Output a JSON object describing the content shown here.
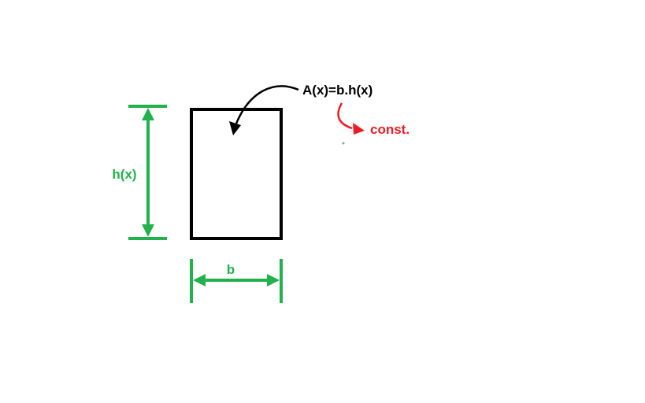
{
  "diagram": {
    "labels": {
      "height_dimension": "h(x)",
      "width_dimension": "b",
      "area_formula": "A(x)=b.h(x)",
      "constant_note": "const."
    }
  },
  "colors": {
    "green": "#22b14c",
    "red": "#ed1c24",
    "black": "#000000",
    "speck": "#9b9b9b",
    "background": "#ffffff"
  }
}
